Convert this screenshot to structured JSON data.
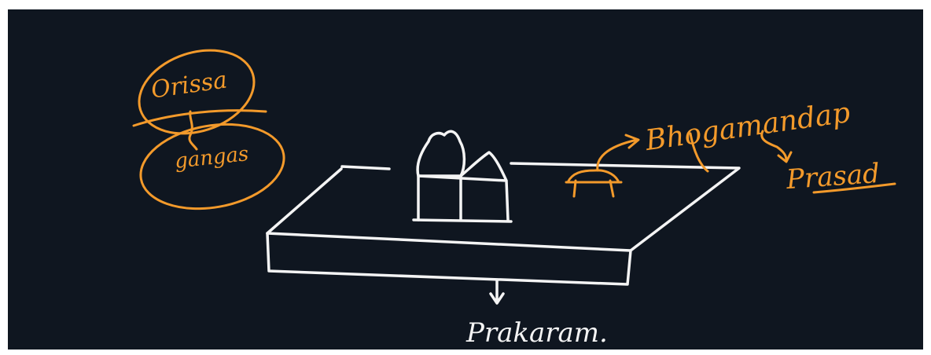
{
  "annotations": {
    "orissa": "Orissa",
    "gangas": "gangas",
    "bhogamandap": "Bhogamandap",
    "prasad": "Prasad",
    "prakaram": "Prakaram."
  },
  "colors": {
    "background": "#0f1620",
    "chalk_white": "#f4f4f4",
    "marker_orange": "#f39a2b"
  }
}
